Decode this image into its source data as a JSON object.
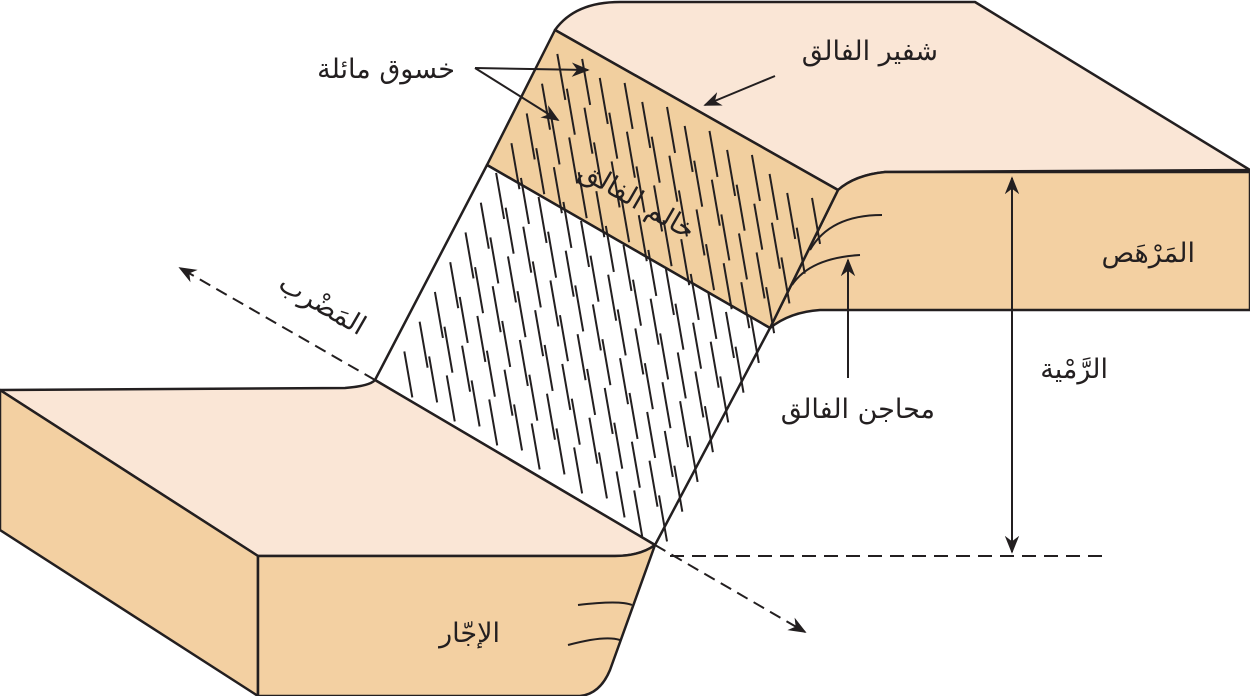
{
  "labels": {
    "inclined_striations": "خسوق مائلة",
    "fault_edge": "شفير الفالق",
    "fault_scarp": "خالم الفالق",
    "upthrown_block": "المَرْهَص",
    "strike": "المَضْرب",
    "throw": "الرَّمْية",
    "fault_drag": "محاجن الفالق",
    "downthrown_block": "الإجّار"
  },
  "colors": {
    "top_surface": "#fae6d6",
    "side_face": "#f3d0a2",
    "scarp_band": "#f1cf9f",
    "outline": "#231f20"
  }
}
